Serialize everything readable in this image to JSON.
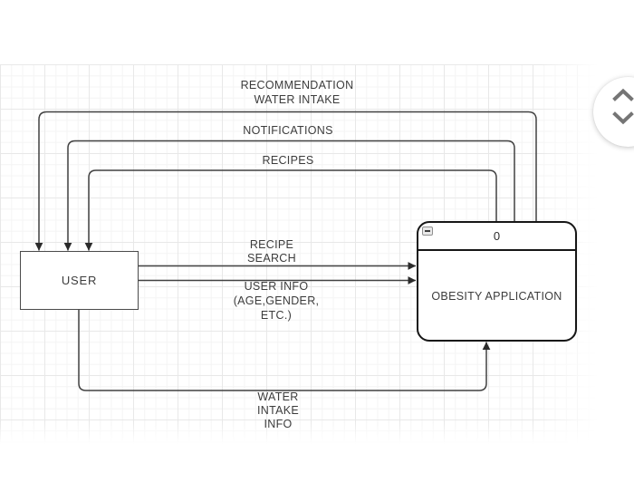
{
  "diagram": {
    "user_entity": {
      "label": "USER"
    },
    "app_process": {
      "index_label": "0",
      "label": "OBESITY APPLICATION"
    },
    "flows": {
      "recommendation_water_intake": {
        "lines": [
          "RECOMMENDATION",
          "WATER INTAKE"
        ],
        "from": "OBESITY APPLICATION",
        "to": "USER"
      },
      "notifications": {
        "lines": [
          "NOTIFICATIONS"
        ],
        "from": "OBESITY APPLICATION",
        "to": "USER"
      },
      "recipes": {
        "lines": [
          "RECIPES"
        ],
        "from": "OBESITY APPLICATION",
        "to": "USER"
      },
      "recipe_search": {
        "lines": [
          "RECIPE",
          "SEARCH"
        ],
        "from": "USER",
        "to": "OBESITY APPLICATION"
      },
      "user_info": {
        "lines": [
          "USER INFO",
          "(AGE,GENDER,",
          "ETC.)"
        ],
        "from": "USER",
        "to": "OBESITY APPLICATION"
      },
      "water_intake_info": {
        "lines": [
          "WATER",
          "INTAKE",
          "INFO"
        ],
        "from": "USER",
        "to": "OBESITY APPLICATION"
      }
    },
    "colors": {
      "flow_line": "#414141",
      "entity_border": "#4a4a4a",
      "process_border": "#161616",
      "label_text": "#3c3c3c",
      "grid_minor": "#f4f4f4",
      "grid_major": "#e8e8e8"
    }
  },
  "scroll_widget": {
    "chevron_color": "#757575"
  }
}
